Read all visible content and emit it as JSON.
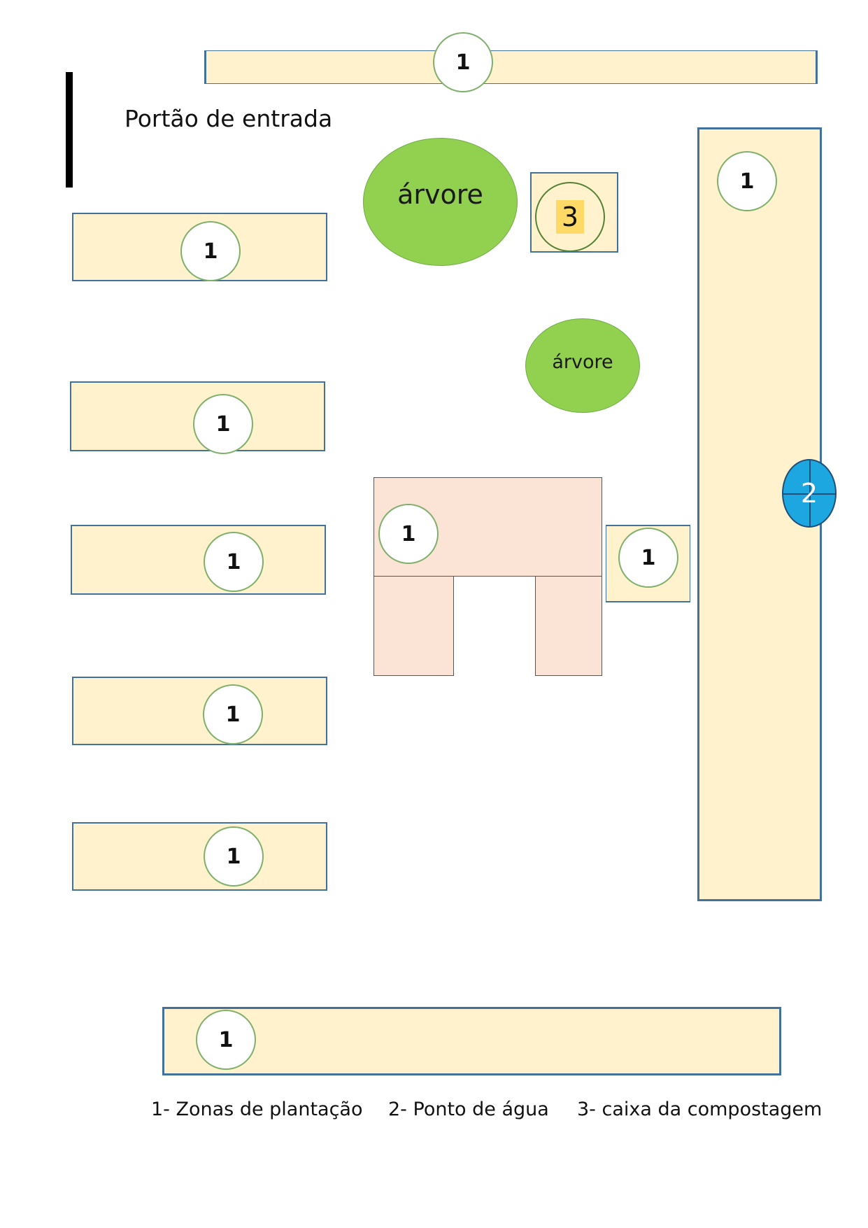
{
  "gate": {
    "label": "Portão de entrada"
  },
  "zone_marker": "1",
  "water_marker": "2",
  "compost_marker": "3",
  "trees": [
    {
      "label": "árvore"
    },
    {
      "label": "árvore"
    }
  ],
  "legend": {
    "item1": "1- Zonas de plantação",
    "item2": "2- Ponto de água",
    "item3": "3- caixa da compostagem"
  },
  "colors": {
    "planting_bed": "#fff2cc",
    "bed_border": "#41719c",
    "tree": "#92d050",
    "water_point": "#1ca7e0",
    "compost_number": "#ffd966",
    "central_structure": "#fbe4d5"
  }
}
